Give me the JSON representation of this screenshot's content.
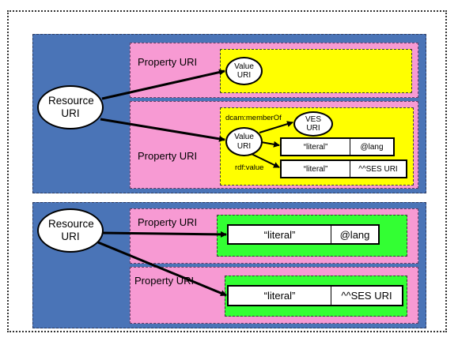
{
  "resource_label": "Resource URI",
  "property_label": "Property URI",
  "value_label": "Value URI",
  "ves_label": "VES URI",
  "member_of_label": "dcam:memberOf",
  "rdf_value_label": "rdf:value",
  "literal_label": "“literal”",
  "lang_label": "@lang",
  "ses_label": "^^SES URI",
  "colors": {
    "resource_group": "#4a74b7",
    "property": "#f79ad3",
    "value_surrogate_uri": "#ffff00",
    "value_surrogate_literal": "#33ff33"
  }
}
